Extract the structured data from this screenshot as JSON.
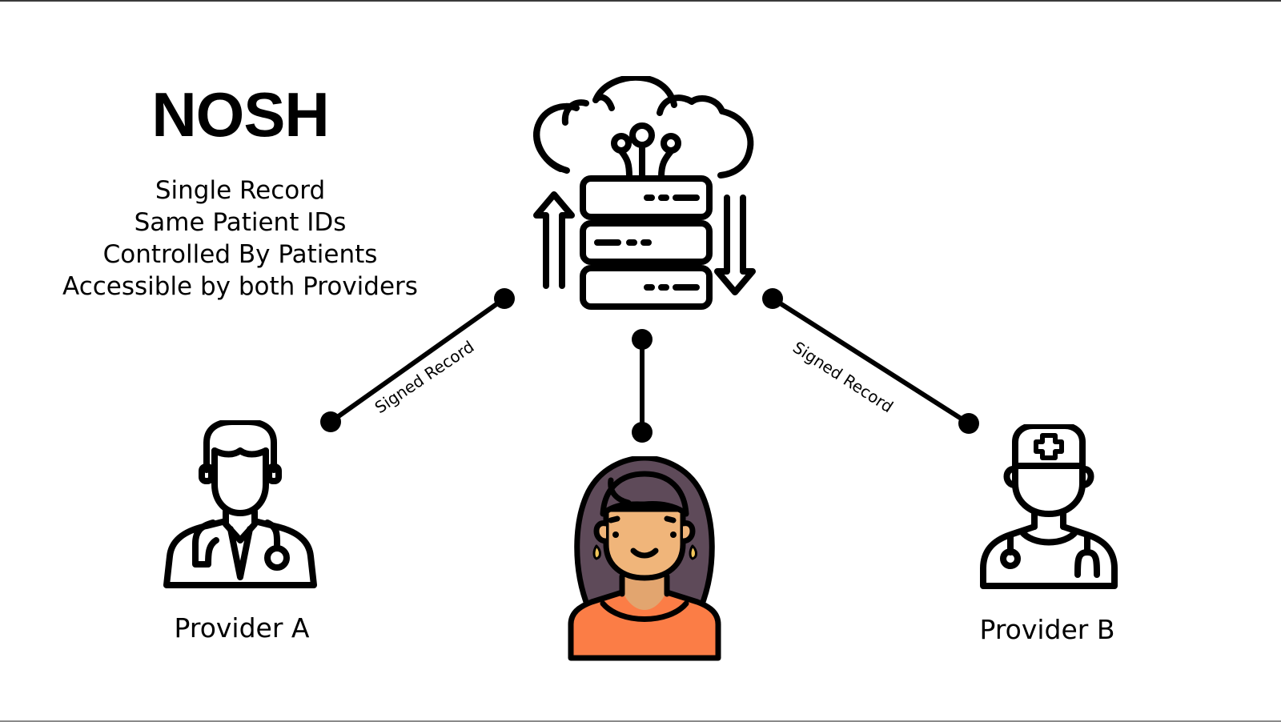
{
  "title": "NOSH",
  "features": [
    "Single Record",
    "Same Patient IDs",
    "Controlled By Patients",
    "Accessible by both Providers"
  ],
  "nodes": {
    "server": {
      "icon": "cloud-server-icon"
    },
    "provider_a": {
      "label": "Provider A",
      "icon": "doctor-icon"
    },
    "patient": {
      "icon": "patient-woman-icon"
    },
    "provider_b": {
      "label": "Provider B",
      "icon": "nurse-doctor-icon"
    }
  },
  "edges": [
    {
      "from": "server",
      "to": "provider_a",
      "label": "Signed Record"
    },
    {
      "from": "server",
      "to": "patient",
      "label": ""
    },
    {
      "from": "server",
      "to": "provider_b",
      "label": "Signed Record"
    }
  ],
  "colors": {
    "line": "#000000",
    "hair": "#5e4a59",
    "skin": "#f0b57a",
    "skin_shade": "#e2a56f",
    "shirt": "#fb7d46",
    "shirt_shade": "#e86e3c",
    "earring": "#f2c75b"
  }
}
